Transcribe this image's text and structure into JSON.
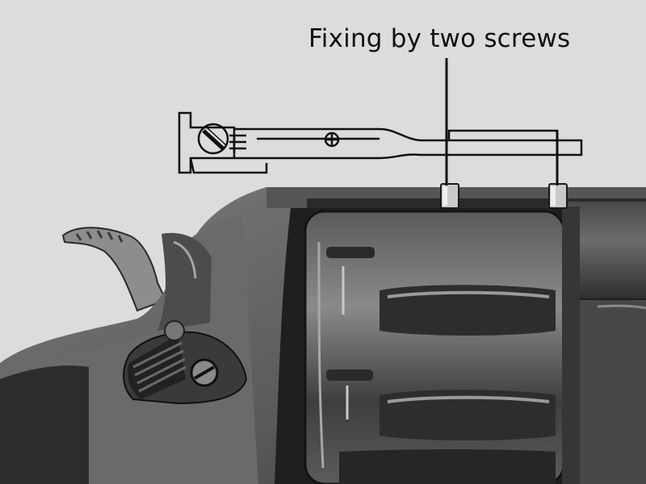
{
  "annotation": {
    "text": "Fixing by two screws"
  },
  "colors": {
    "background": "#dcdcdc",
    "line": "#111111",
    "metal_light": "#9a9a9a",
    "metal_mid": "#6e6e6e",
    "metal_dark": "#2b2b2b"
  },
  "parts": {
    "sight": "rear-sight-assembly",
    "screws": "two-mounting-screws",
    "revolver": "revolver-frame-and-cylinder"
  }
}
